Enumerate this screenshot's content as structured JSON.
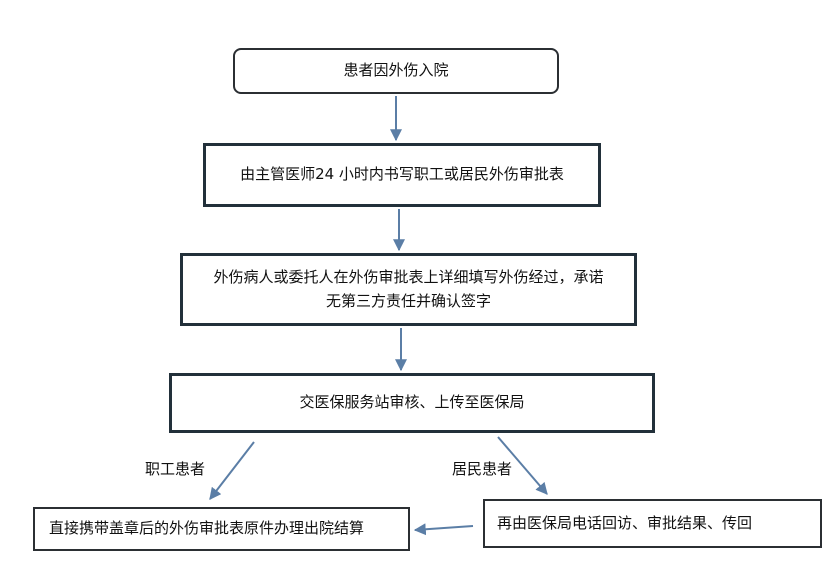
{
  "nodes": {
    "admit": "患者因外伤入院",
    "form": "由主管医师24  小时内书写职工或居民外伤审批表",
    "detail_line1": "外伤病人或委托人在外伤审批表上详细填写外伤经过，承诺",
    "detail_line2": "无第三方责任并确认签字",
    "review": "交医保服务站审核、上传至医保局",
    "settle": "直接携带盖章后的外伤审批表原件办理出院结算",
    "callback": "再由医保局电话回访、审批结果、传回"
  },
  "labels": {
    "employee": "职工患者",
    "resident": "居民患者"
  },
  "colors": {
    "arrow": "#5b7ea6",
    "border": "#2b2f33"
  }
}
